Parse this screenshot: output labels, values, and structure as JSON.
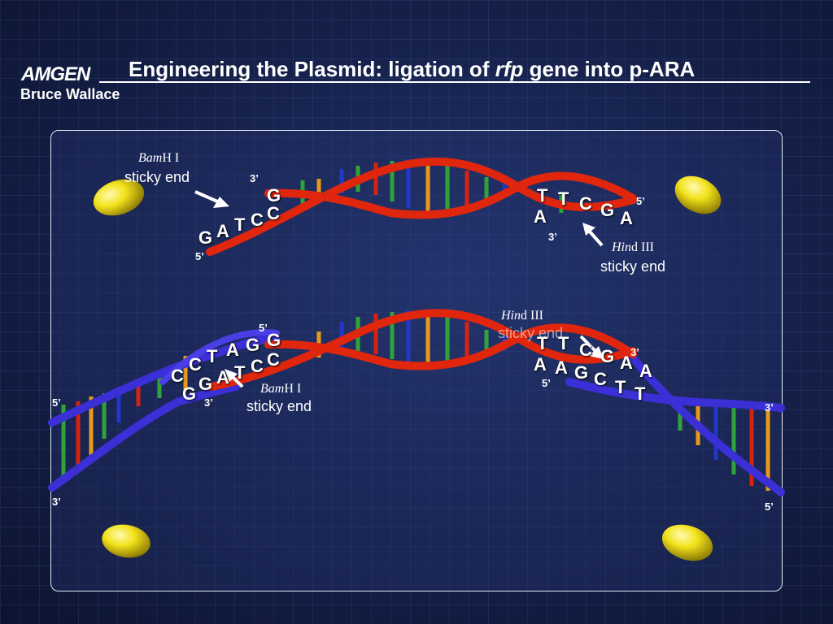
{
  "slide": {
    "title_pre": "Engineering the Plasmid: ligation of ",
    "title_gene": "rfp",
    "title_post": " gene into p-ARA",
    "logo": "AMGEN",
    "author": "Bruce Wallace"
  },
  "top_strand": {
    "bamhi_enzyme_italic": "Bam",
    "bamhi_enzyme_rest": "H I",
    "bamhi_label": "sticky end",
    "hindiii_enzyme_italic": "Hin",
    "hindiii_enzyme_rest": "d III",
    "hindiii_label": "sticky end",
    "left_top_end": "3’",
    "left_bottom_end": "5’",
    "right_top_end": "5’",
    "right_bottom_end": "3’",
    "left_bases": [
      "G",
      "C",
      "C",
      "T",
      "A",
      "G"
    ],
    "right_top_bases": [
      "T",
      "T",
      "C",
      "G",
      "A"
    ],
    "right_bottom_bases": [
      "A"
    ]
  },
  "bottom_strand": {
    "bamhi_enzyme_italic": "Bam",
    "bamhi_enzyme_rest": "H I",
    "bamhi_label": "sticky end",
    "hindiii_enzyme_italic": "Hin",
    "hindiii_enzyme_rest": "d III",
    "hindiii_label": "sticky end",
    "left_outer_top": "5’",
    "left_outer_bottom": "3’",
    "right_outer_top": "3’",
    "right_outer_bottom": "5’",
    "bam_top_end": "5’",
    "bam_bottom_end": "3’",
    "hind_top_end": "3’",
    "hind_bottom_end": "5’",
    "left_upper_bases": [
      "G",
      "G",
      "A",
      "T",
      "C",
      "C"
    ],
    "left_lower_bases": [
      "C",
      "C",
      "T",
      "A",
      "G",
      "G"
    ],
    "right_upper_bases": [
      "T",
      "T",
      "C",
      "G",
      "A",
      "A"
    ],
    "right_lower_bases": [
      "A",
      "A",
      "G",
      "C",
      "T",
      "T"
    ]
  },
  "colors": {
    "red_strand": "#e0260c",
    "blue_strand": "#3b2fd6",
    "capsule": "#f2e21a",
    "rung_green": "#2fa33a",
    "rung_blue": "#2238c8",
    "rung_orange": "#e69a1c",
    "rung_red": "#d42410"
  }
}
